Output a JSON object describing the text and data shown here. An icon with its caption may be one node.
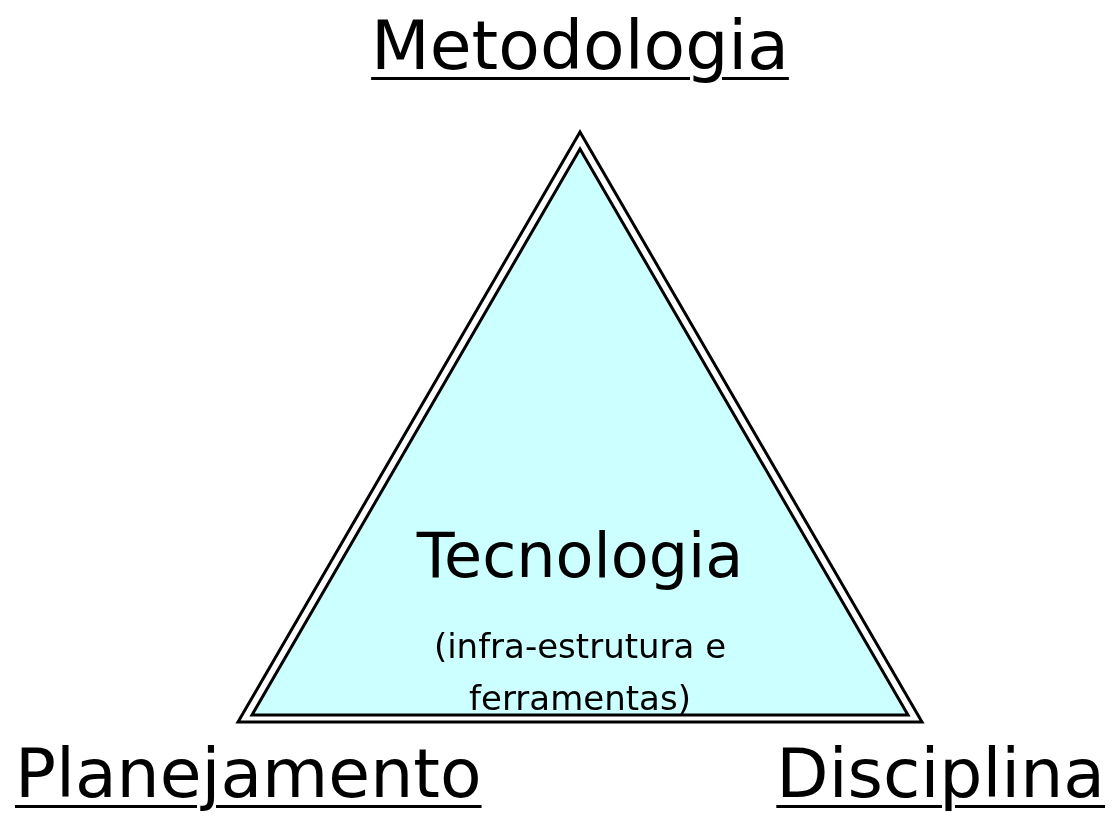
{
  "diagram": {
    "nodes": [
      {
        "text": [
          "Tecnologia",
          "(infra-estrutura e ferramentas)"
        ]
      }
    ],
    "labels": [
      "Metodologia",
      "Planejamento",
      "Disciplina"
    ]
  }
}
